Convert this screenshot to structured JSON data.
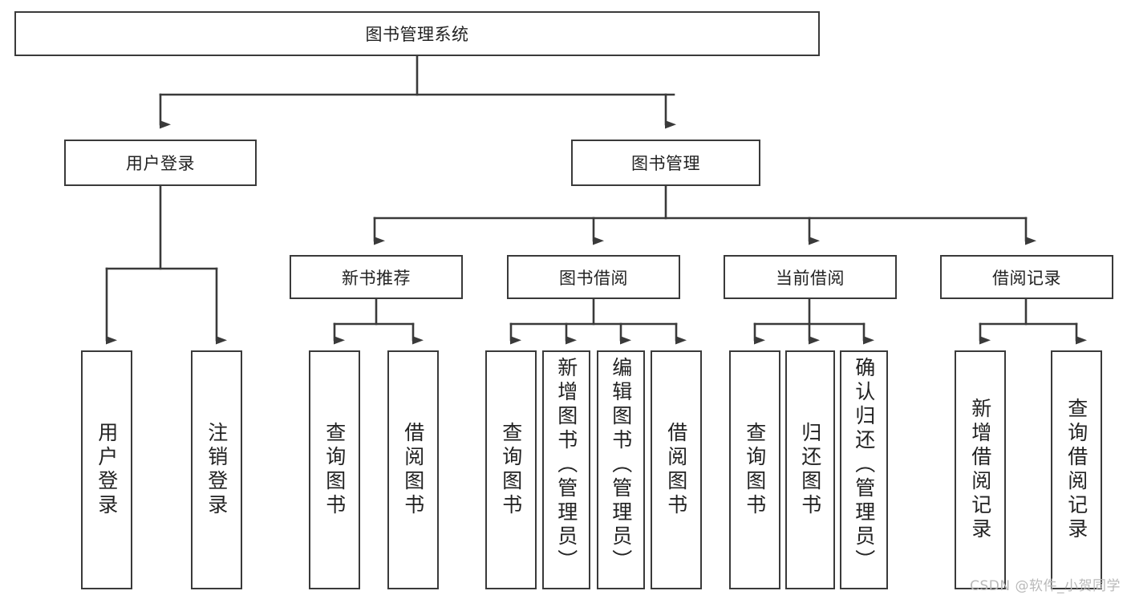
{
  "diagram": {
    "title": "图书管理系统",
    "type": "tree-hierarchy",
    "watermark": "CSDN @软件_小贺同学",
    "colors": {
      "border": "#3a3a3a",
      "text": "#222222",
      "background": "#ffffff",
      "connector": "#3a3a3a",
      "watermark": "#b9b9b9"
    }
  },
  "nodes": {
    "root": {
      "label": "图书管理系统"
    },
    "level1": [
      {
        "id": "user-login",
        "label": "用户登录"
      },
      {
        "id": "book-management",
        "label": "图书管理"
      }
    ],
    "level2": [
      {
        "id": "new-book-recommend",
        "label": "新书推荐",
        "parent": "book-management"
      },
      {
        "id": "book-borrow",
        "label": "图书借阅",
        "parent": "book-management"
      },
      {
        "id": "current-borrow",
        "label": "当前借阅",
        "parent": "book-management"
      },
      {
        "id": "borrow-record",
        "label": "借阅记录",
        "parent": "book-management"
      }
    ],
    "leaves": [
      {
        "id": "leaf-user-login",
        "label": "用户登录",
        "parent": "user-login"
      },
      {
        "id": "leaf-logout-login",
        "label": "注销登录",
        "parent": "user-login"
      },
      {
        "id": "leaf-query-book-1",
        "label": "查询图书",
        "parent": "new-book-recommend"
      },
      {
        "id": "leaf-borrow-book-1",
        "label": "借阅图书",
        "parent": "new-book-recommend"
      },
      {
        "id": "leaf-query-book-2",
        "label": "查询图书",
        "parent": "book-borrow"
      },
      {
        "id": "leaf-add-book",
        "label": "新增图书（管理员）",
        "parent": "book-borrow"
      },
      {
        "id": "leaf-edit-book",
        "label": "编辑图书（管理员）",
        "parent": "book-borrow"
      },
      {
        "id": "leaf-borrow-book-2",
        "label": "借阅图书",
        "parent": "book-borrow"
      },
      {
        "id": "leaf-query-book-3",
        "label": "查询图书",
        "parent": "current-borrow"
      },
      {
        "id": "leaf-return-book",
        "label": "归还图书",
        "parent": "current-borrow"
      },
      {
        "id": "leaf-confirm-return",
        "label": "确认归还（管理员）",
        "parent": "current-borrow"
      },
      {
        "id": "leaf-add-record",
        "label": "新增借阅记录",
        "parent": "borrow-record"
      },
      {
        "id": "leaf-query-record",
        "label": "查询借阅记录",
        "parent": "borrow-record"
      }
    ]
  }
}
